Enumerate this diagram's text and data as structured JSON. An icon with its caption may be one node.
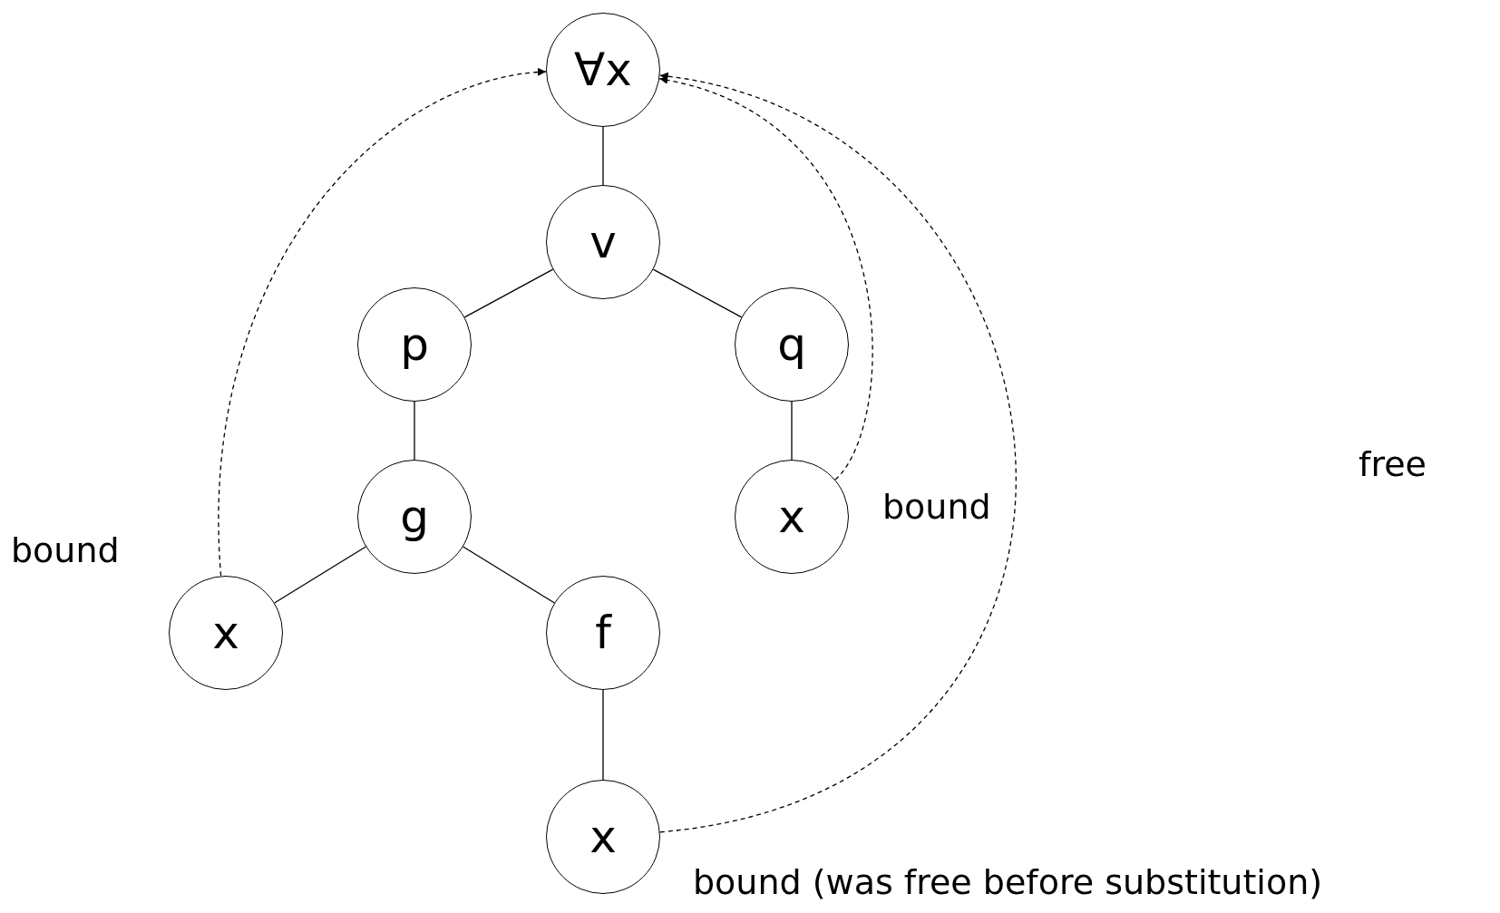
{
  "diagram": {
    "nodes": [
      {
        "text": [
          "∀x"
        ]
      },
      {
        "text": [
          "v"
        ]
      },
      {
        "text": [
          "p"
        ]
      },
      {
        "text": [
          "q"
        ]
      },
      {
        "text": [
          "g"
        ]
      },
      {
        "text": [
          "x"
        ],
        "beside": [
          "bound"
        ]
      },
      {
        "text": [
          "x"
        ],
        "beside": [
          "bound"
        ]
      },
      {
        "text": [
          "f"
        ]
      },
      {
        "text": [
          "x"
        ],
        "beside": [
          "bound (was free before substitution)"
        ]
      }
    ],
    "edges": [
      {
        "from": 0,
        "to": 1,
        "arrow": "none"
      },
      {
        "from": 1,
        "to": 2,
        "arrow": "none"
      },
      {
        "from": 1,
        "to": 3,
        "arrow": "none"
      },
      {
        "from": 2,
        "to": 4,
        "arrow": "none"
      },
      {
        "from": 3,
        "to": 5,
        "arrow": "none"
      },
      {
        "from": 4,
        "to": 6,
        "arrow": "none"
      },
      {
        "from": 4,
        "to": 7,
        "arrow": "none"
      },
      {
        "from": 7,
        "to": 8,
        "arrow": "none"
      },
      {
        "from": 6,
        "to": 0,
        "arrow": "to",
        "style": "dashed"
      },
      {
        "from": 5,
        "to": 0,
        "arrow": "to",
        "style": "dashed"
      },
      {
        "from": 8,
        "to": 0,
        "arrow": "to",
        "style": "dashed"
      }
    ],
    "labels": [
      "free"
    ]
  }
}
